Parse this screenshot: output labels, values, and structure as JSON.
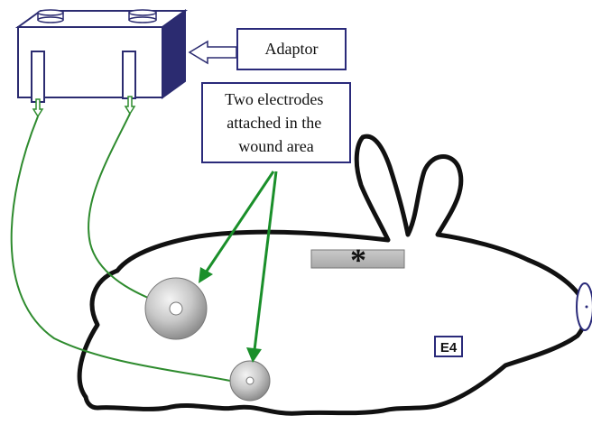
{
  "labels": {
    "adaptor": "Adaptor",
    "electrodes_lines": [
      "Two electrodes",
      "attached in the",
      "wound area"
    ],
    "asterisk": "*",
    "site_tag": "E4"
  },
  "colors": {
    "wire": "#2e8b2e",
    "arrow": "#1a8f2a",
    "box_border": "#2a2a7a",
    "adaptor_side": "#2b2b70",
    "outline": "#111111",
    "disc": "#b8b8b8"
  },
  "icons": {
    "adaptor": "power-adaptor-icon",
    "electrode": "electrode-disc-icon",
    "animal": "rabbit-outline"
  }
}
